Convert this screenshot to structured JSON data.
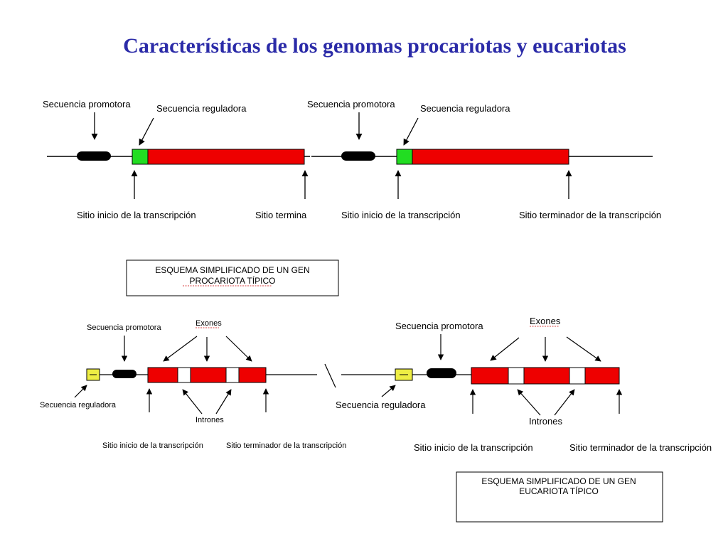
{
  "title": "Características de los genomas procariotas y eucariotas",
  "colors": {
    "title": "#2b2ba8",
    "exon": "#ee0000",
    "regulatory_prokaryote": "#22dd22",
    "regulatory_eukaryote": "#eeee44",
    "promoter": "#000000",
    "intron": "#ffffff"
  },
  "prokaryote_gene_1": {
    "promoter_label": "Secuencia promotora",
    "regulator_label": "Secuencia reguladora",
    "start_label": "Sitio inicio de la transcripción",
    "terminator_label": "Sitio termina"
  },
  "prokaryote_gene_2": {
    "promoter_label": "Secuencia promotora",
    "regulator_label": "Secuencia reguladora",
    "start_label": "Sitio inicio de la transcripción",
    "terminator_label": "Sitio terminador de la transcripción"
  },
  "prokaryote_box": {
    "line1": "ESQUEMA SIMPLIFICADO DE UN GEN",
    "line2": "PROCARIOTA TÍPICO"
  },
  "eukaryote_gene_1": {
    "promoter_label": "Secuencia promotora",
    "exons_label": "Exones",
    "regulator_label": "Secuencia reguladora",
    "introns_label": "Intrones",
    "start_label": "Sitio inicio de la transcripción",
    "terminator_label": "Sitio terminador de la transcripción"
  },
  "eukaryote_gene_2": {
    "promoter_label": "Secuencia promotora",
    "exons_label": "Exones",
    "regulator_label": "Secuencia reguladora",
    "introns_label": "Intrones",
    "start_label": "Sitio inicio de la transcripción",
    "terminator_label": "Sitio terminador de la transcripción"
  },
  "eukaryote_box": {
    "line1": "ESQUEMA SIMPLIFICADO DE UN GEN",
    "line2": "EUCARIOTA TÍPICO"
  }
}
